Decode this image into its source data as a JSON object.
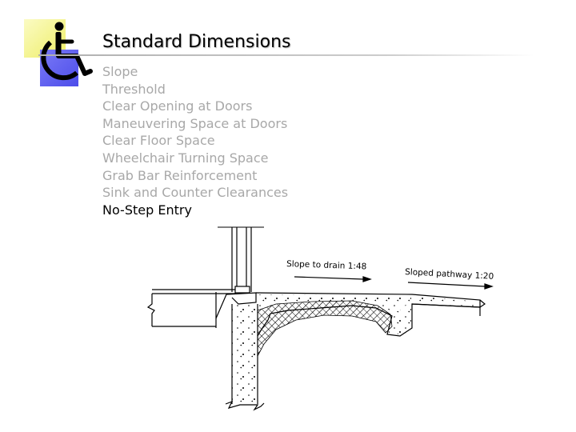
{
  "slide": {
    "title": "Standard Dimensions",
    "logo_icon": "wheelchair-accessibility-icon",
    "accent_color": "#f2f279",
    "highlight_color": "#5c5cf0"
  },
  "topics": [
    {
      "label": "Slope",
      "current": false
    },
    {
      "label": "Threshold",
      "current": false
    },
    {
      "label": "Clear Opening at Doors",
      "current": false
    },
    {
      "label": "Maneuvering Space at Doors",
      "current": false
    },
    {
      "label": "Clear Floor Space",
      "current": false
    },
    {
      "label": "Wheelchair Turning Space",
      "current": false
    },
    {
      "label": "Grab Bar Reinforcement",
      "current": false
    },
    {
      "label": "Sink and Counter Clearances",
      "current": false
    },
    {
      "label": "No-Step Entry",
      "current": true
    }
  ],
  "diagram": {
    "label_slope_drain": "Slope to drain 1:48",
    "label_sloped_pathway": "Sloped pathway 1:20"
  }
}
